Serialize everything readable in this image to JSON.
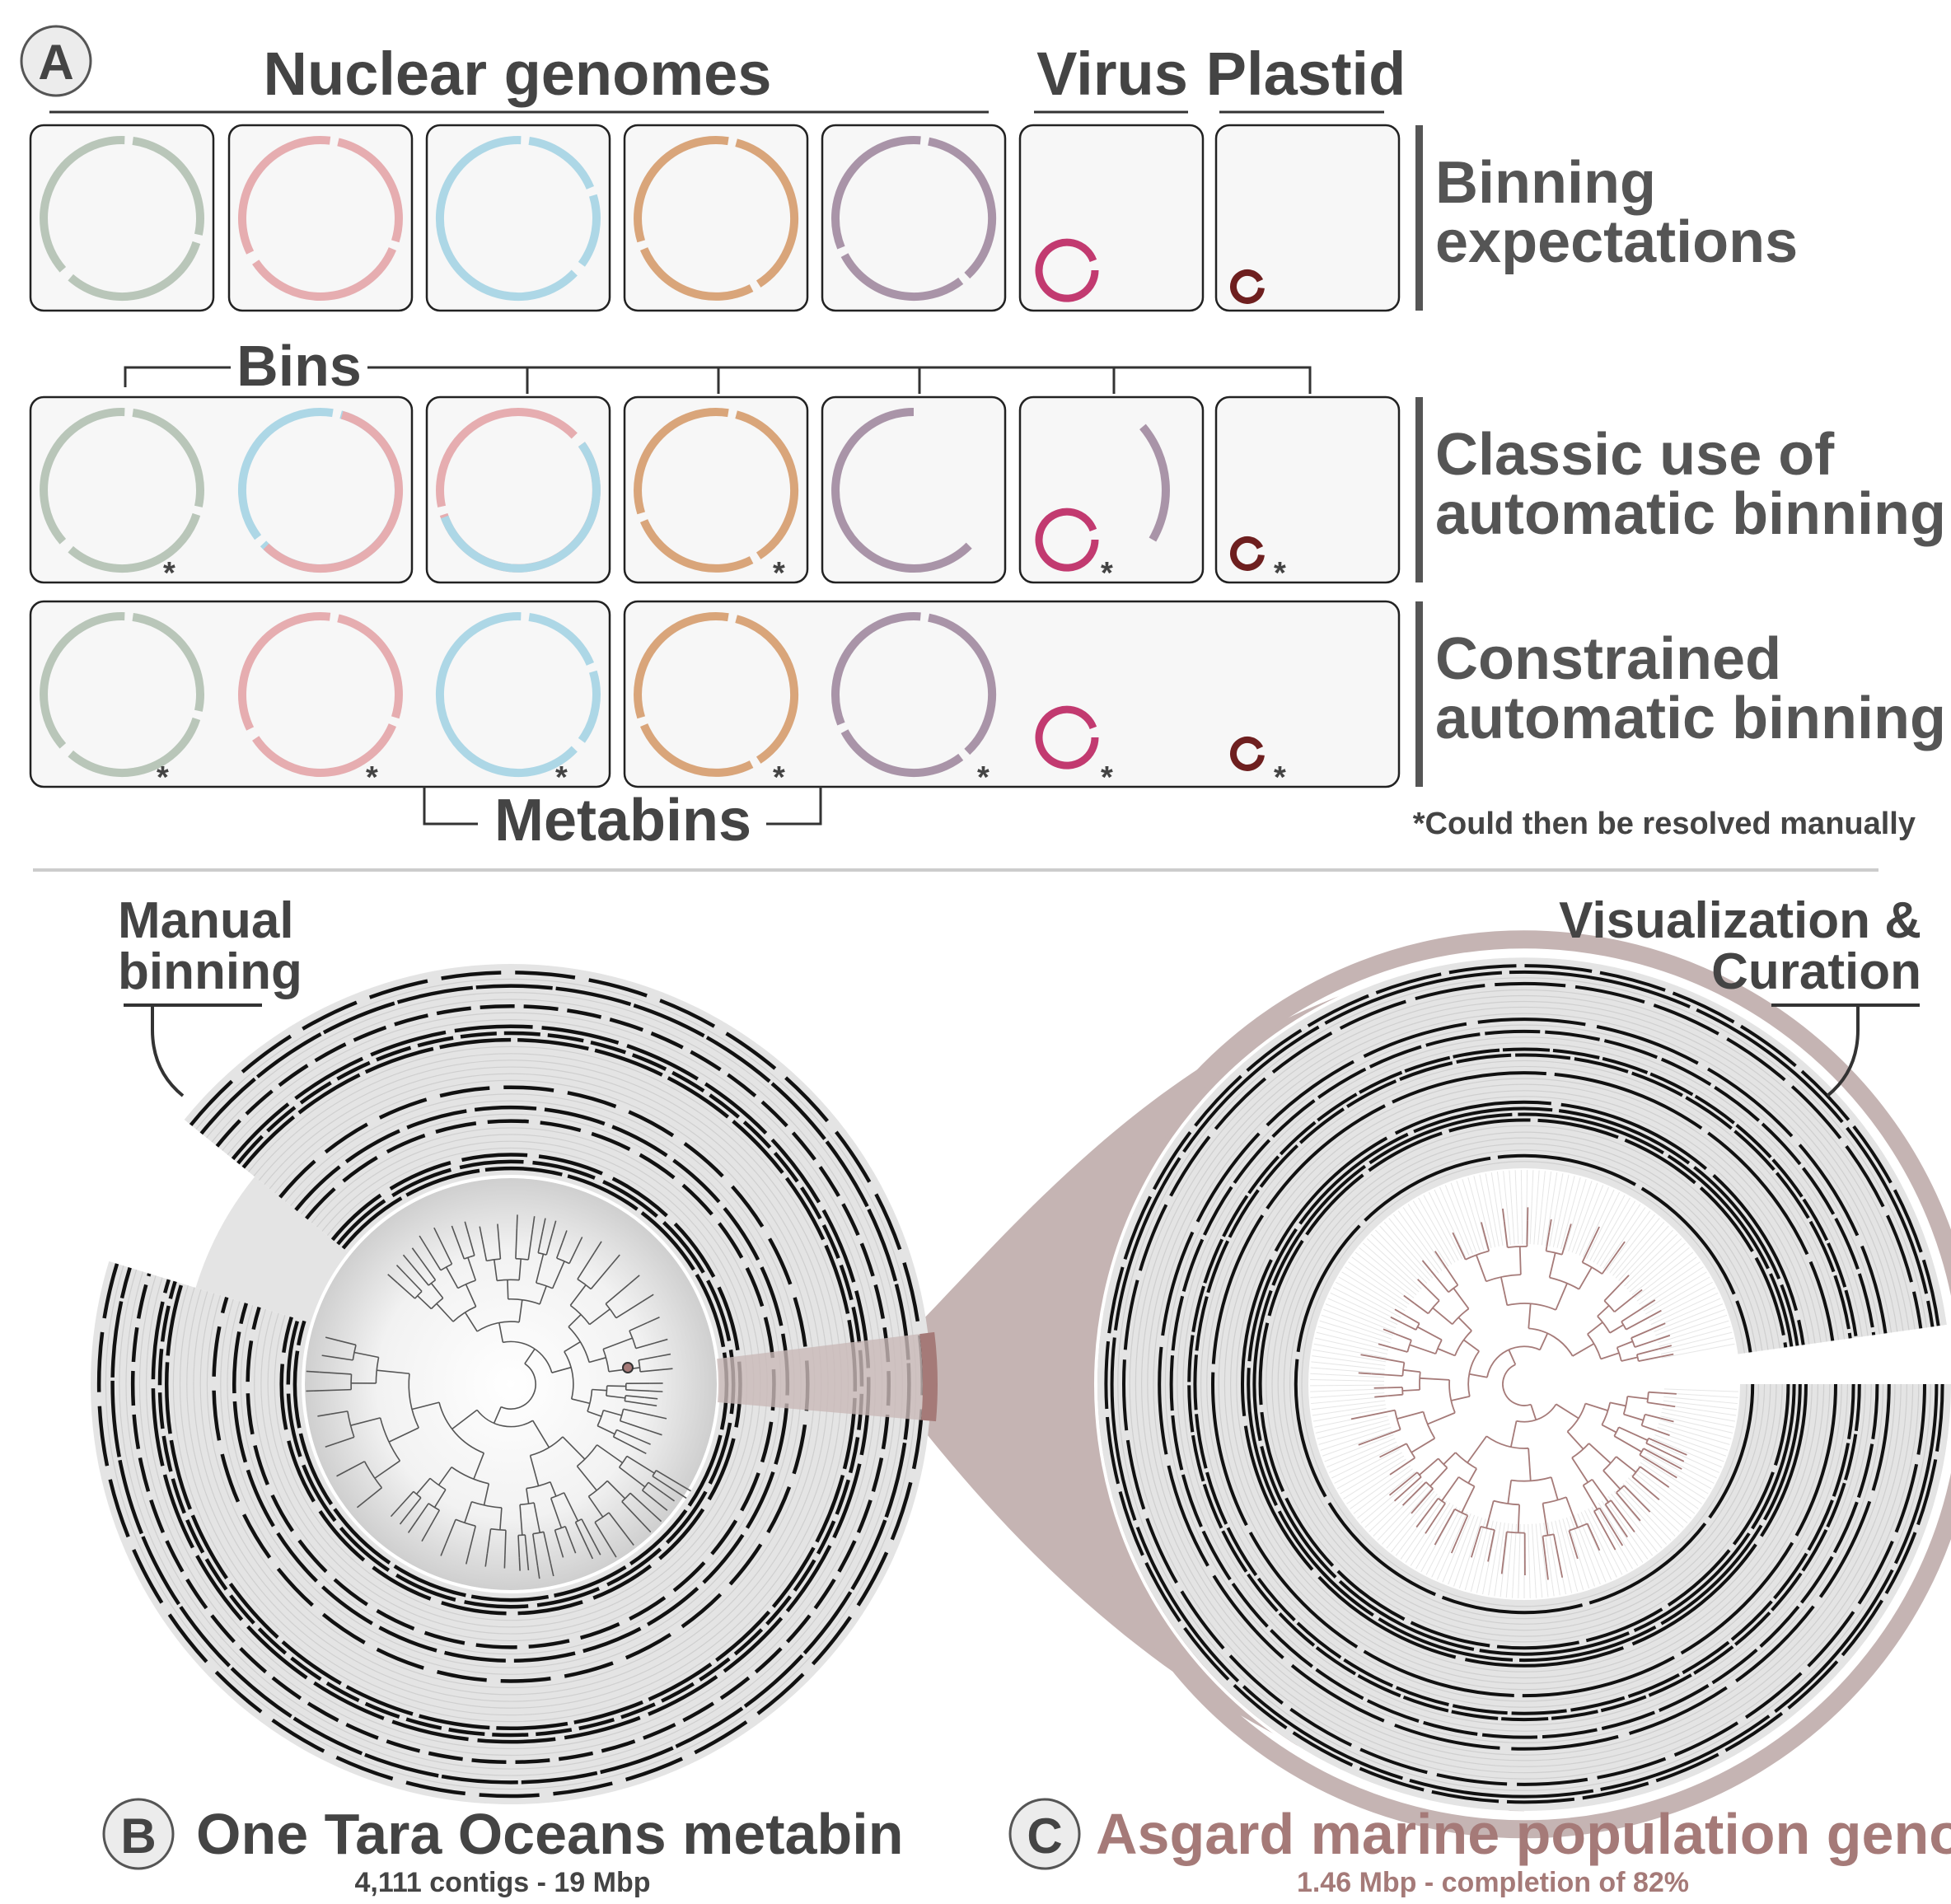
{
  "panel_a": {
    "badge": "A",
    "headers": {
      "nuclear": "Nuclear genomes",
      "virus": "Virus",
      "plastid": "Plastid"
    },
    "rows": [
      {
        "label_line1": "Binning",
        "label_line2": "expectations"
      },
      {
        "label_line1": "Classic use of",
        "label_line2": "automatic binning"
      },
      {
        "label_line1": "Constrained",
        "label_line2": "automatic binning"
      }
    ],
    "bins_label": "Bins",
    "metabins_label": "Metabins",
    "asterisk": "*",
    "footnote": "*Could then be resolved manually",
    "colors": {
      "sage": "#b9c6b9",
      "pink": "#e6adb0",
      "blue": "#add7e6",
      "orange": "#d9a57a",
      "mauve": "#a994a8",
      "virus": "#c23a70",
      "plastid": "#6e1f1f"
    }
  },
  "panel_b": {
    "badge": "B",
    "annotation_line1": "Manual",
    "annotation_line2": "binning",
    "title": "One Tara Oceans metabin",
    "subtitle": "4,111 contigs - 19 Mbp"
  },
  "panel_c": {
    "badge": "C",
    "annotation_line1": "Visualization &",
    "annotation_line2": "Curation",
    "title": "Asgard marine population genome",
    "subtitle": "1.46 Mbp - completion of 82%",
    "accent": "#a57a78"
  }
}
